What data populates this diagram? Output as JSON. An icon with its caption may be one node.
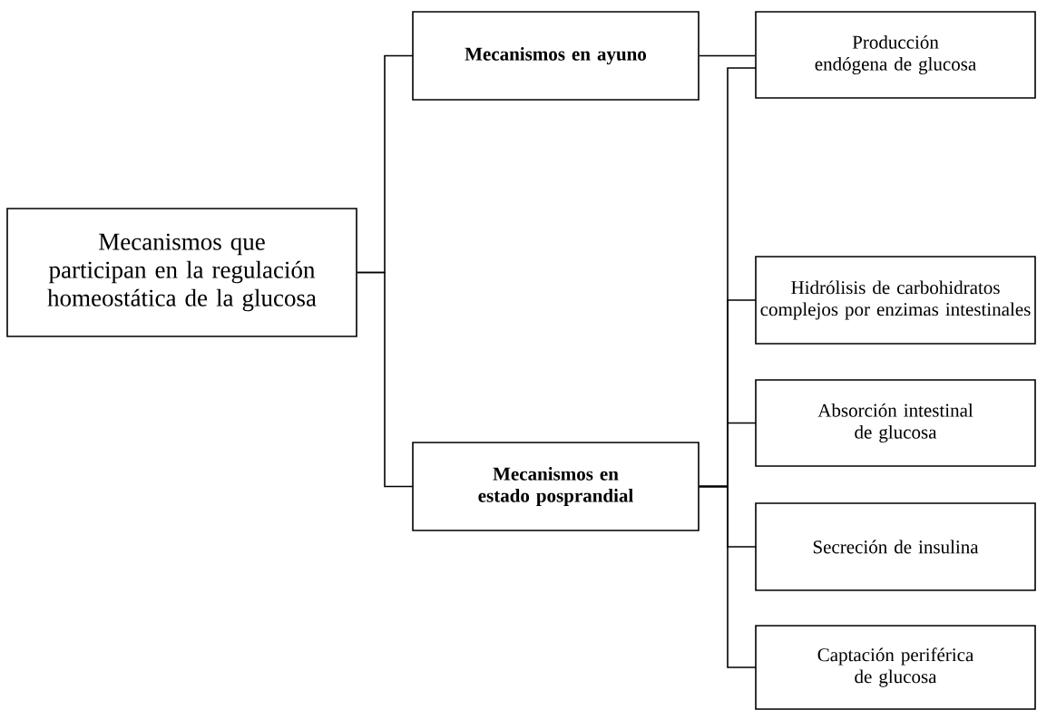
{
  "diagram": {
    "nodes": [
      {
        "text": [
          "Mecanismos que participan en la regulación homeostática de la glucosa"
        ]
      },
      {
        "text": [
          "Mecanismos en ayuno"
        ]
      },
      {
        "text": [
          "Mecanismos en estado posprandial"
        ]
      },
      {
        "text": [
          "Producción endógena de glucosa"
        ]
      },
      {
        "text": [
          "Hidrólisis de carbohidratos complejos por enzimas intestinales"
        ]
      },
      {
        "text": [
          "Absorción intestinal de glucosa"
        ]
      },
      {
        "text": [
          "Secreción de insulina"
        ]
      },
      {
        "text": [
          "Captación periférica de glucosa"
        ]
      }
    ],
    "edges": [
      {
        "from": 0,
        "to": 1,
        "arrow": "none"
      },
      {
        "from": 0,
        "to": 2,
        "arrow": "none"
      },
      {
        "from": 1,
        "to": 3,
        "arrow": "none"
      },
      {
        "from": 2,
        "to": 3,
        "arrow": "none"
      },
      {
        "from": 2,
        "to": 4,
        "arrow": "none"
      },
      {
        "from": 2,
        "to": 5,
        "arrow": "none"
      },
      {
        "from": 2,
        "to": 6,
        "arrow": "none"
      },
      {
        "from": 2,
        "to": 7,
        "arrow": "none"
      }
    ]
  }
}
